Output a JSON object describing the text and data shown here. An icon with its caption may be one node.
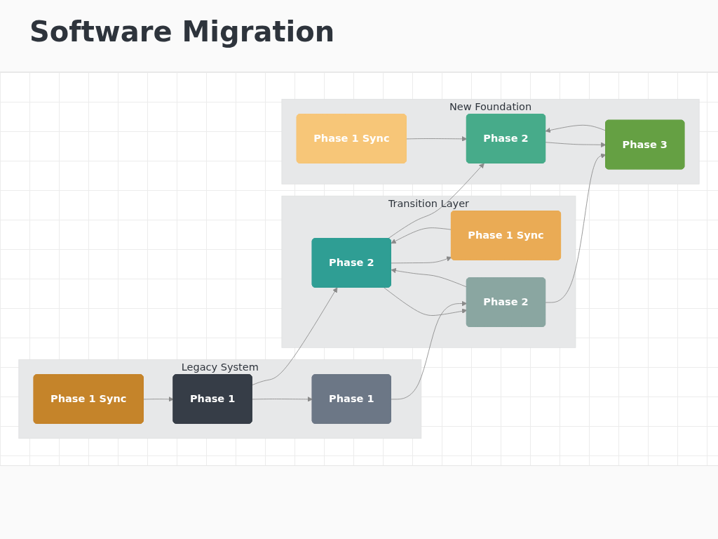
{
  "diagram": {
    "title": "Software Migration",
    "nodes": [
      {
        "text": [
          "Legacy System"
        ]
      },
      {
        "text": [
          "Phase 1 Sync"
        ],
        "in": 0
      },
      {
        "text": [
          "Phase 1"
        ],
        "in": 0
      },
      {
        "text": [
          "Phase 1"
        ],
        "in": 0
      },
      {
        "text": [
          "Transition Layer"
        ]
      },
      {
        "text": [
          "Phase 1 Sync"
        ],
        "in": 4
      },
      {
        "text": [
          "Phase 2"
        ],
        "in": 4
      },
      {
        "text": [
          "Phase 2"
        ],
        "in": 4
      },
      {
        "text": [
          "New Foundation"
        ]
      },
      {
        "text": [
          "Phase 1 Sync"
        ],
        "in": 8
      },
      {
        "text": [
          "Phase 2"
        ],
        "in": 8
      },
      {
        "text": [
          "Phase 3"
        ],
        "in": 8
      }
    ],
    "edges": [
      {
        "from": 1,
        "to": 2,
        "arrow": "to"
      },
      {
        "from": 2,
        "to": 6,
        "arrow": "to"
      },
      {
        "from": 6,
        "to": 10,
        "arrow": "to"
      },
      {
        "from": 6,
        "to": 7,
        "arrow": "to"
      },
      {
        "from": 6,
        "to": 5,
        "arrow": "to"
      },
      {
        "from": 2,
        "to": 3,
        "arrow": "to"
      },
      {
        "from": 3,
        "to": 7,
        "arrow": "to"
      },
      {
        "from": 7,
        "to": 6,
        "arrow": "to"
      },
      {
        "from": 5,
        "to": 6,
        "arrow": "to"
      },
      {
        "from": 7,
        "to": 11,
        "arrow": "to"
      },
      {
        "from": 11,
        "to": 10,
        "arrow": "to"
      },
      {
        "from": 9,
        "to": 10,
        "arrow": "to"
      },
      {
        "from": 10,
        "to": 11,
        "arrow": "to"
      }
    ]
  }
}
